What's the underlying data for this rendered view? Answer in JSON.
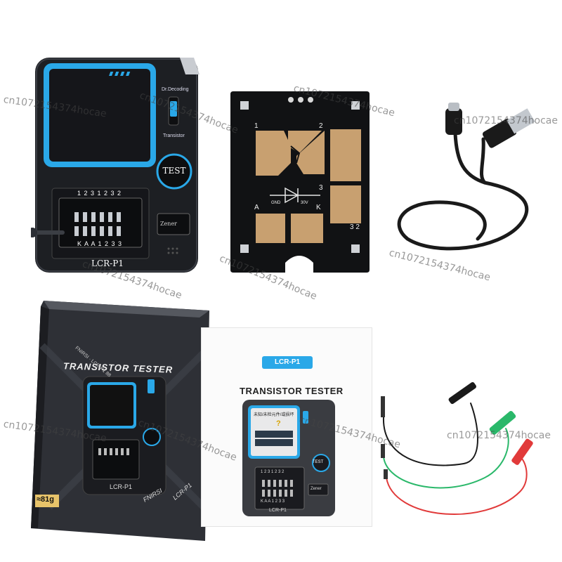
{
  "device": {
    "name": "LCR-P1",
    "mode_top": "Dr.Decoding",
    "mode_bottom": "Transistor",
    "test_label": "TEST",
    "zener_label": "Zener",
    "socket_top": "1 2 3 1 2 3 2",
    "socket_bottom": "K A A 1 2 3 3"
  },
  "adapter": {
    "pin_1": "1",
    "pin_2": "2",
    "pin_3": "3",
    "pin_a": "A",
    "pin_k": "K",
    "pin_32": "3 2",
    "zener_low": "GND",
    "zener_high": "30V"
  },
  "box": {
    "title": "TRANSISTOR TESTER",
    "model": "LCR-P1",
    "brand": "FNIRSI",
    "weight": "≈81g",
    "side_text": "FNIRSI · LCR-P1 88"
  },
  "manual": {
    "badge": "LCR-P1",
    "title": "TRANSISTOR TESTER",
    "screen_text": "未知/未检元件/或损坏",
    "screen_q": "?",
    "test_label": "TEST",
    "zener_label": "Zener",
    "socket_top": "1 2 3 1 2 3 2",
    "socket_bottom": "K A A 1 2 3 3",
    "model": "LCR-P1"
  },
  "watermark": "cn1072154374hocae",
  "colors": {
    "device_body": "#1d1f23",
    "screen_frame": "#2aa8e8",
    "screen": "#15161a",
    "pcb": "#111214",
    "copper": "#c8a070",
    "cable": "#1a1a1a",
    "clip_green": "#2ab86a",
    "clip_red": "#e13a3a"
  }
}
